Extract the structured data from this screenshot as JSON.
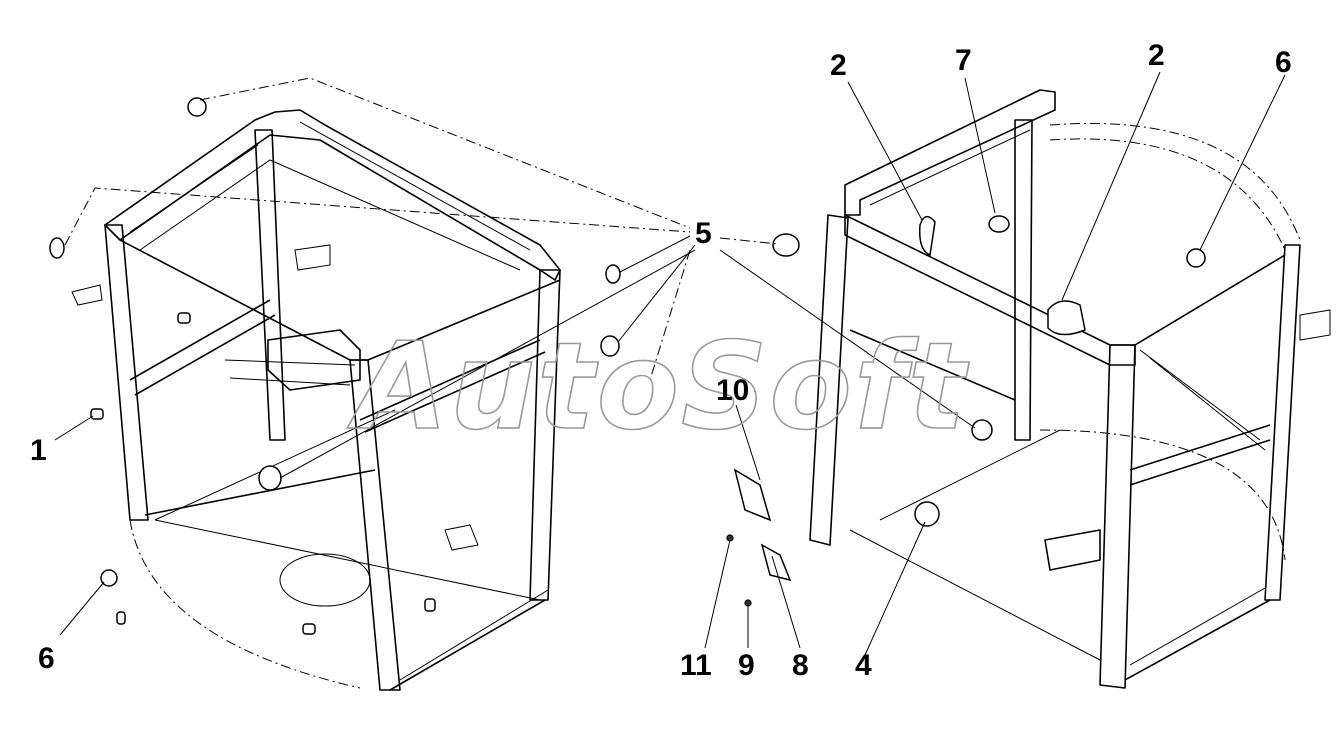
{
  "watermark": "AutoSoft",
  "callouts": {
    "c1": "1",
    "c2a": "2",
    "c2b": "2",
    "c4": "4",
    "c5": "5",
    "c6a": "6",
    "c6b": "6",
    "c7": "7",
    "c8": "8",
    "c9": "9",
    "c10": "10",
    "c11": "11"
  },
  "colors": {
    "line": "#000000",
    "watermark": "#9a9a9a",
    "background": "#ffffff"
  }
}
